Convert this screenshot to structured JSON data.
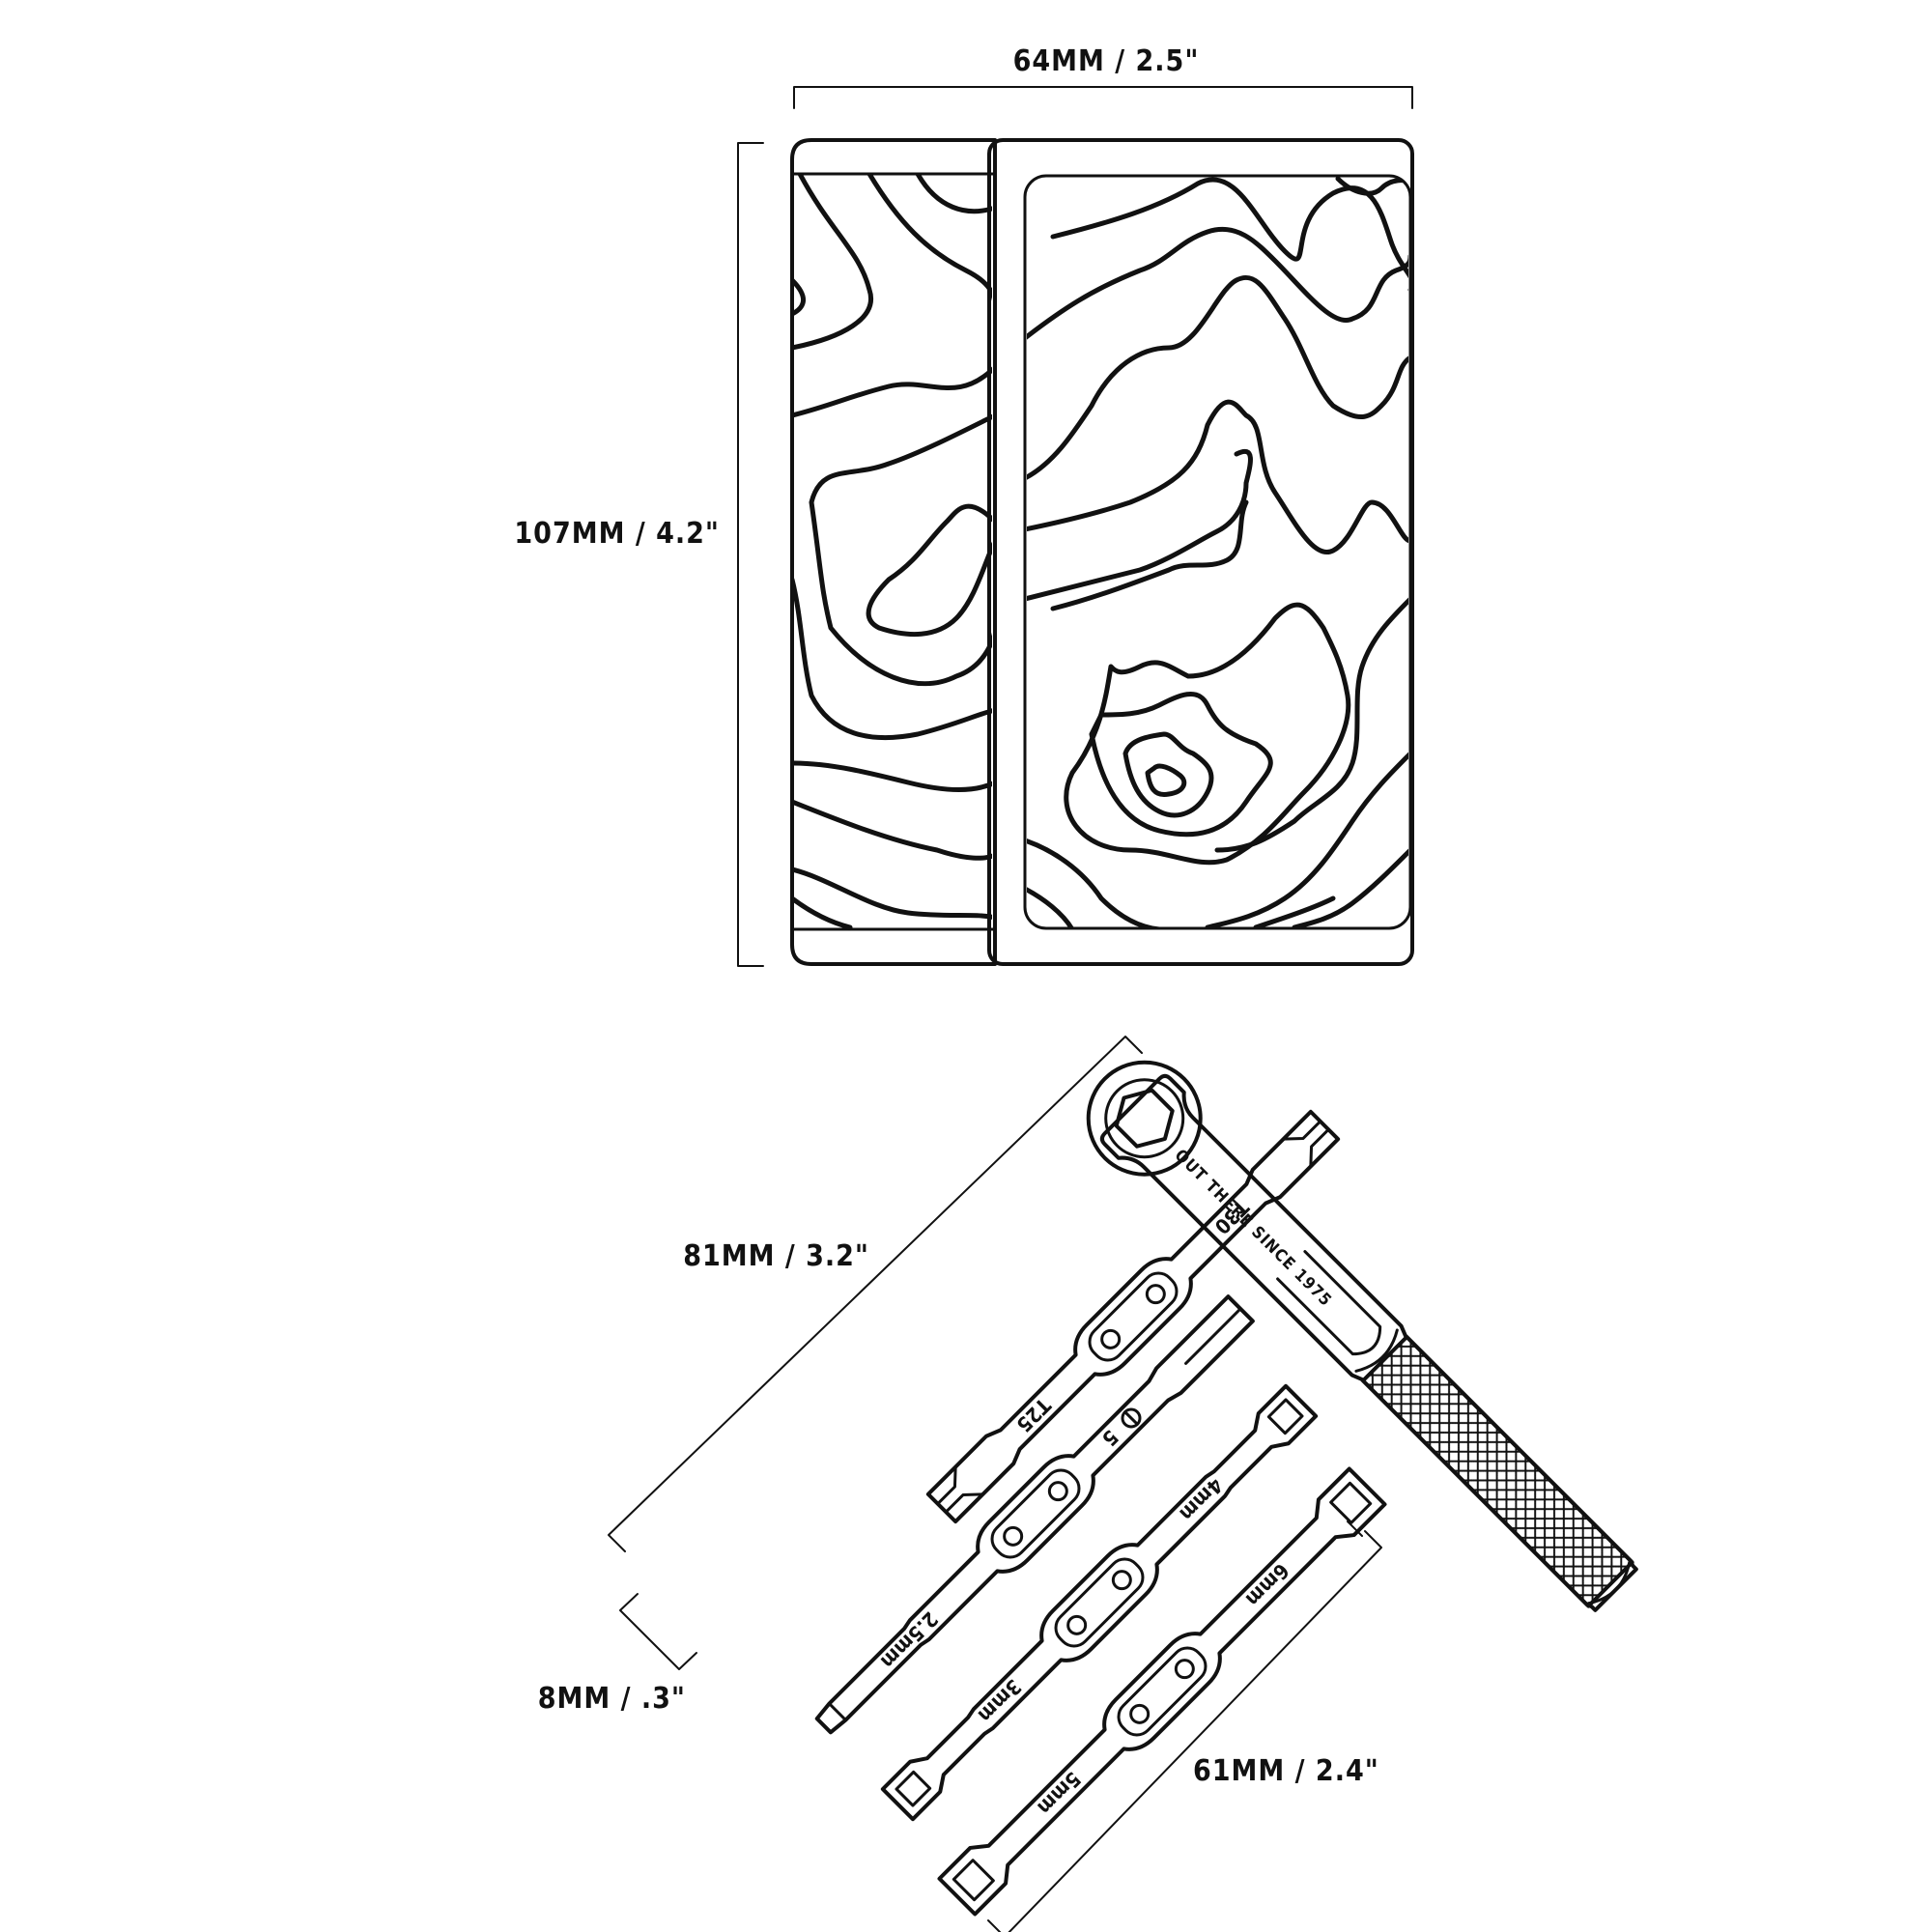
{
  "dimensions": {
    "case_width": "64MM / 2.5\"",
    "case_height": "107MM / 4.2\"",
    "handle_length": "81MM / 3.2\"",
    "handle_diameter": "8MM / .3\"",
    "bit_length": "61MM / 2.4\""
  },
  "bits": {
    "bit1_top": "T25",
    "bit1_bottom": "T30",
    "bit2_top": "2.5mm",
    "bit2_bottom": "5",
    "bit3_top": "3mm",
    "bit3_bottom": "4mm",
    "bit4_top": "5mm",
    "bit4_bottom": "6mm"
  },
  "handle": {
    "engraving": "OUT THERE SINCE 1975"
  },
  "colors": {
    "line": "#111111",
    "background": "#ffffff"
  },
  "icons": [
    "topographic-pattern",
    "hex-socket-icon",
    "knurled-grip",
    "slotted-screwdriver-icon"
  ]
}
